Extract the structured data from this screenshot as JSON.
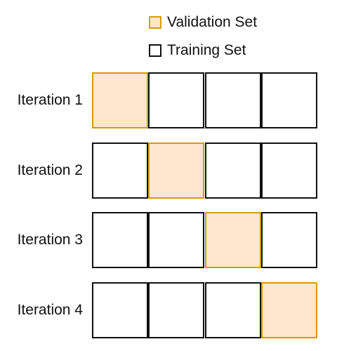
{
  "colors": {
    "validation_fill": "#ffe6cc",
    "validation_border": "#d79b00",
    "training_fill": "#ffffff",
    "training_border": "#111111"
  },
  "legend": {
    "validation_label": "Validation Set",
    "training_label": "Training Set"
  },
  "iterations": [
    {
      "label": "Iteration 1",
      "validation_fold": 1
    },
    {
      "label": "Iteration 2",
      "validation_fold": 2
    },
    {
      "label": "Iteration 3",
      "validation_fold": 3
    },
    {
      "label": "Iteration 4",
      "validation_fold": 4
    }
  ],
  "folds_per_iteration": 4
}
